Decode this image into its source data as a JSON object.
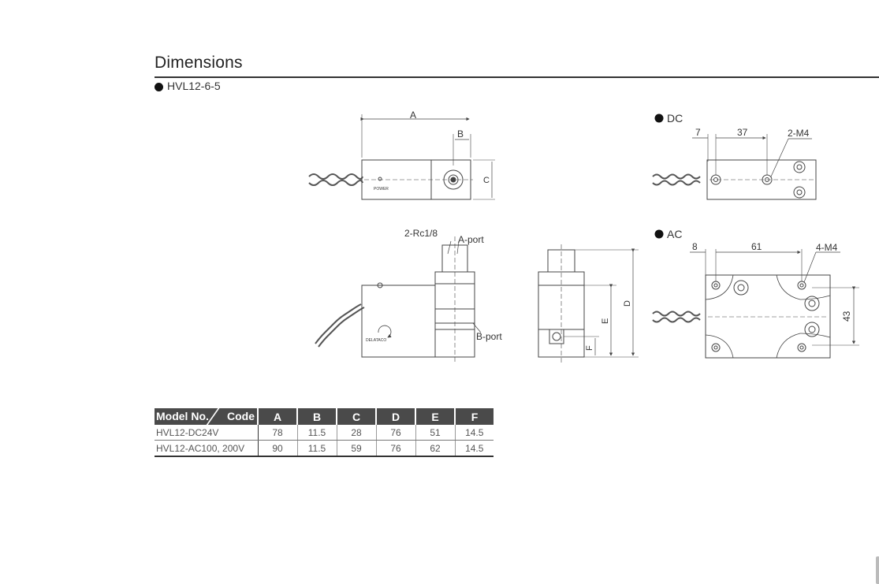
{
  "section_title": "Dimensions",
  "model_heading": "HVL12-6-5",
  "drawing_labels": {
    "top_view": {
      "a": "A",
      "b": "B",
      "c": "C",
      "power": "POWER"
    },
    "front_view": {
      "rc": "2-Rc1/8",
      "a_port": "A-port",
      "b_port": "B-port",
      "brand": "DELATACO"
    },
    "side_view": {
      "d": "D",
      "e": "E",
      "f": "F"
    },
    "dc_view": {
      "heading": "DC",
      "dim1": "7",
      "dim2": "37",
      "screw": "2-M4"
    },
    "ac_view": {
      "heading": "AC",
      "dim1": "8",
      "dim2": "61",
      "screw": "4-M4",
      "height": "43"
    }
  },
  "table": {
    "header_model": "Model No.",
    "header_code": "Code",
    "columns": [
      "A",
      "B",
      "C",
      "D",
      "E",
      "F"
    ],
    "rows": [
      {
        "model": "HVL12-DC24V",
        "values": [
          "78",
          "11.5",
          "28",
          "76",
          "51",
          "14.5"
        ]
      },
      {
        "model": "HVL12-AC100, 200V",
        "values": [
          "90",
          "11.5",
          "59",
          "76",
          "62",
          "14.5"
        ]
      }
    ]
  }
}
